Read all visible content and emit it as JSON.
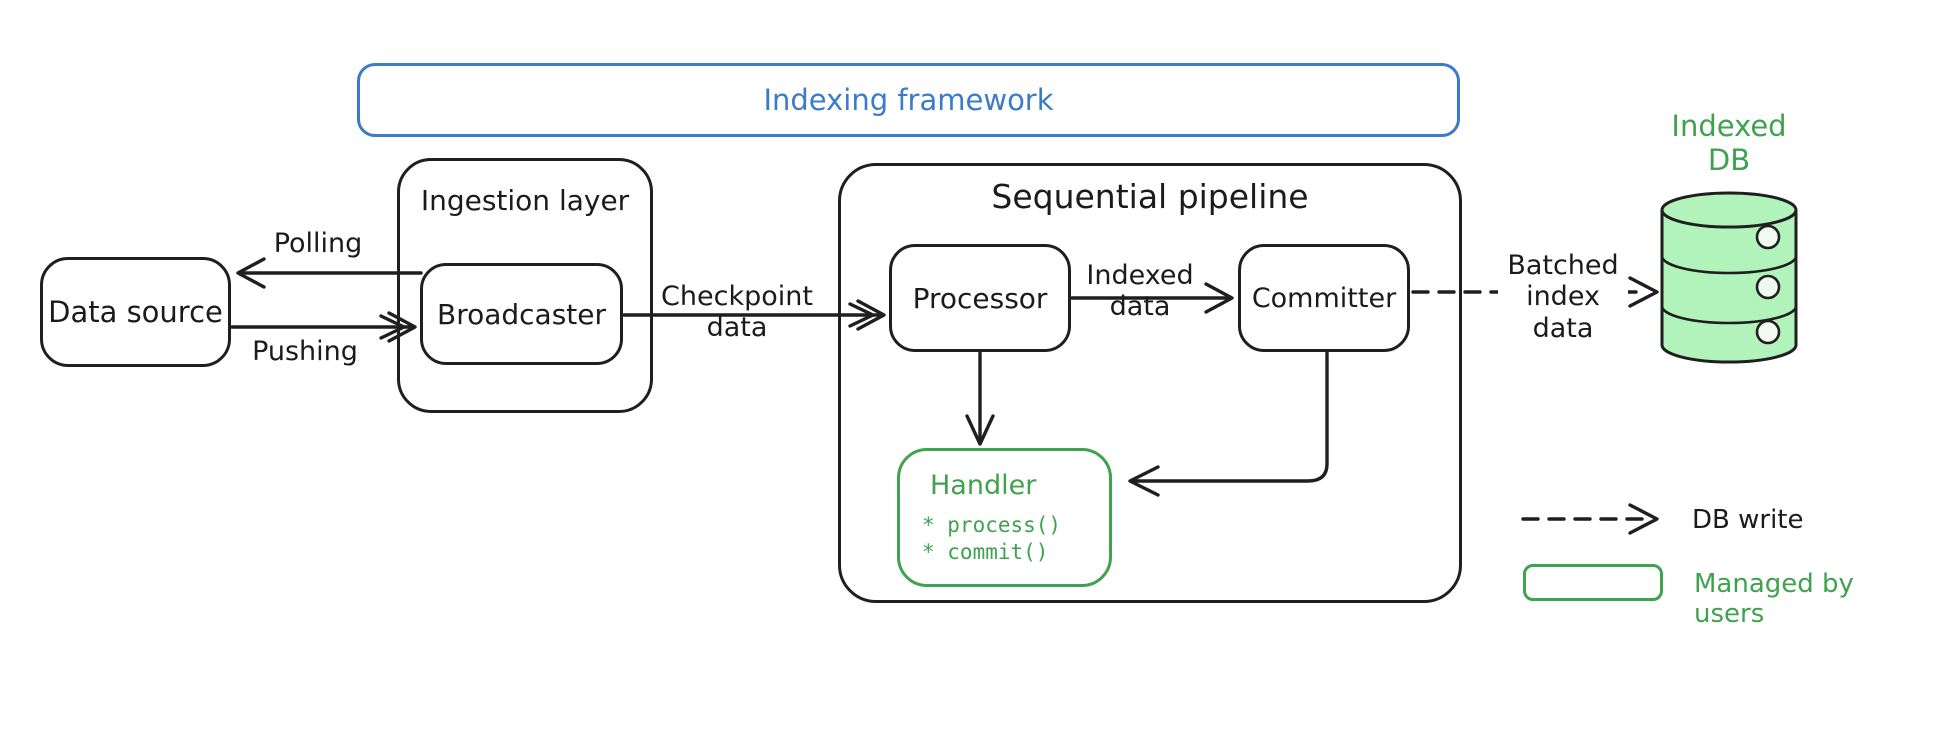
{
  "diagram": {
    "title": "Indexing framework",
    "nodes": {
      "data_source": "Data source",
      "ingestion_layer": "Ingestion layer",
      "broadcaster": "Broadcaster",
      "sequential_pipeline": "Sequential pipeline",
      "processor": "Processor",
      "committer": "Committer",
      "handler": {
        "title": "Handler",
        "methods_text": "* process()\n* commit()",
        "methods": [
          "* process()",
          "* commit()"
        ]
      },
      "indexed_db": "Indexed\nDB"
    },
    "edge_labels": {
      "polling": "Polling",
      "pushing": "Pushing",
      "checkpoint_data": "Checkpoint\ndata",
      "indexed_data": "Indexed\ndata",
      "batched_index_data": "Batched\nindex\ndata"
    },
    "legend": {
      "db_write": "DB write",
      "managed_by_users": "Managed by users"
    },
    "colors": {
      "ink": "#1f1f1f",
      "blue_accent": "#3b7cc9",
      "green_accent": "#3fa24e",
      "green_fill": "#b2f2bb",
      "background": "#ffffff"
    }
  }
}
